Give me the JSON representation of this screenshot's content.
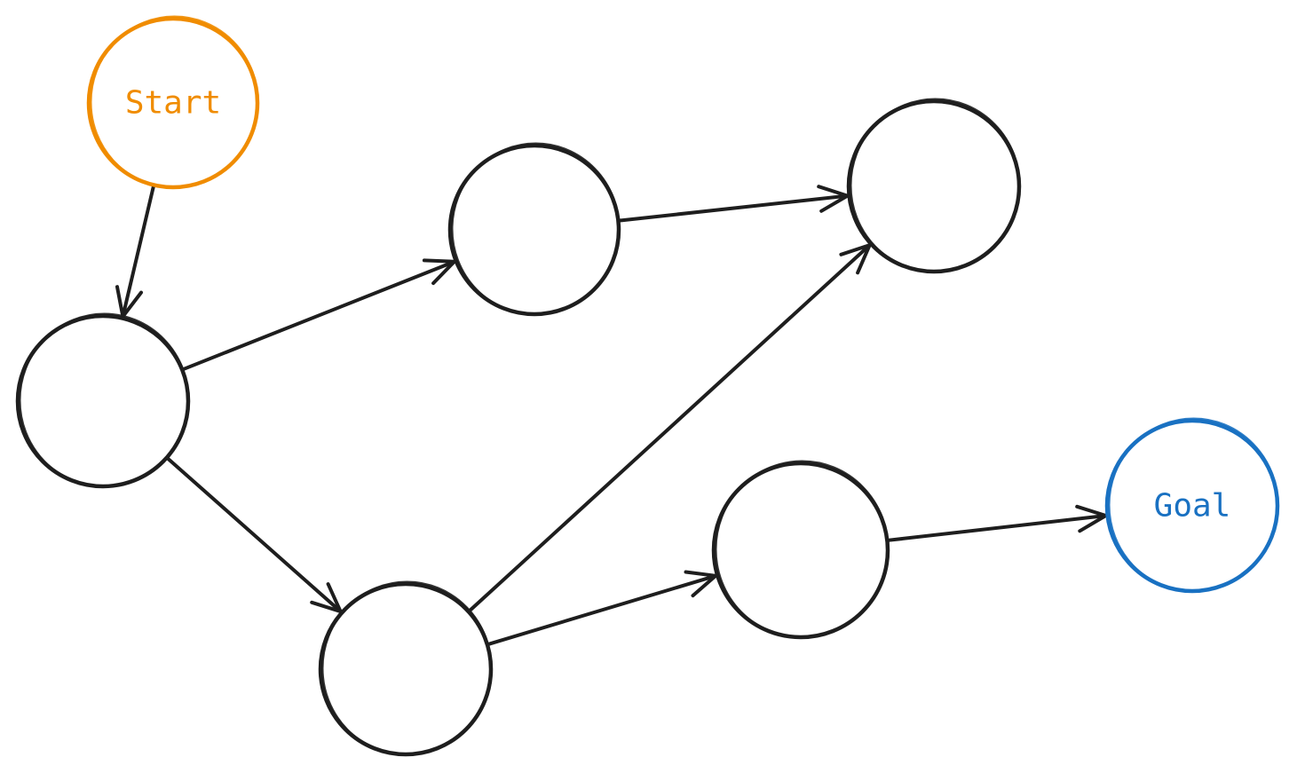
{
  "colors": {
    "stroke_default": "#1e1e1e",
    "start": "#f08c00",
    "goal": "#1971c2",
    "background": "#ffffff"
  },
  "nodes": [
    {
      "id": "start",
      "label": "Start",
      "color_key": "start"
    },
    {
      "id": "n1",
      "label": "",
      "color_key": "stroke_default"
    },
    {
      "id": "n2",
      "label": "",
      "color_key": "stroke_default"
    },
    {
      "id": "n3",
      "label": "",
      "color_key": "stroke_default"
    },
    {
      "id": "n4",
      "label": "",
      "color_key": "stroke_default"
    },
    {
      "id": "n5",
      "label": "",
      "color_key": "stroke_default"
    },
    {
      "id": "goal",
      "label": "Goal",
      "color_key": "goal"
    }
  ],
  "edges": [
    {
      "from": "start",
      "to": "n1"
    },
    {
      "from": "n1",
      "to": "n2"
    },
    {
      "from": "n1",
      "to": "n4"
    },
    {
      "from": "n2",
      "to": "n3"
    },
    {
      "from": "n4",
      "to": "n3"
    },
    {
      "from": "n4",
      "to": "n5"
    },
    {
      "from": "n5",
      "to": "goal"
    }
  ]
}
